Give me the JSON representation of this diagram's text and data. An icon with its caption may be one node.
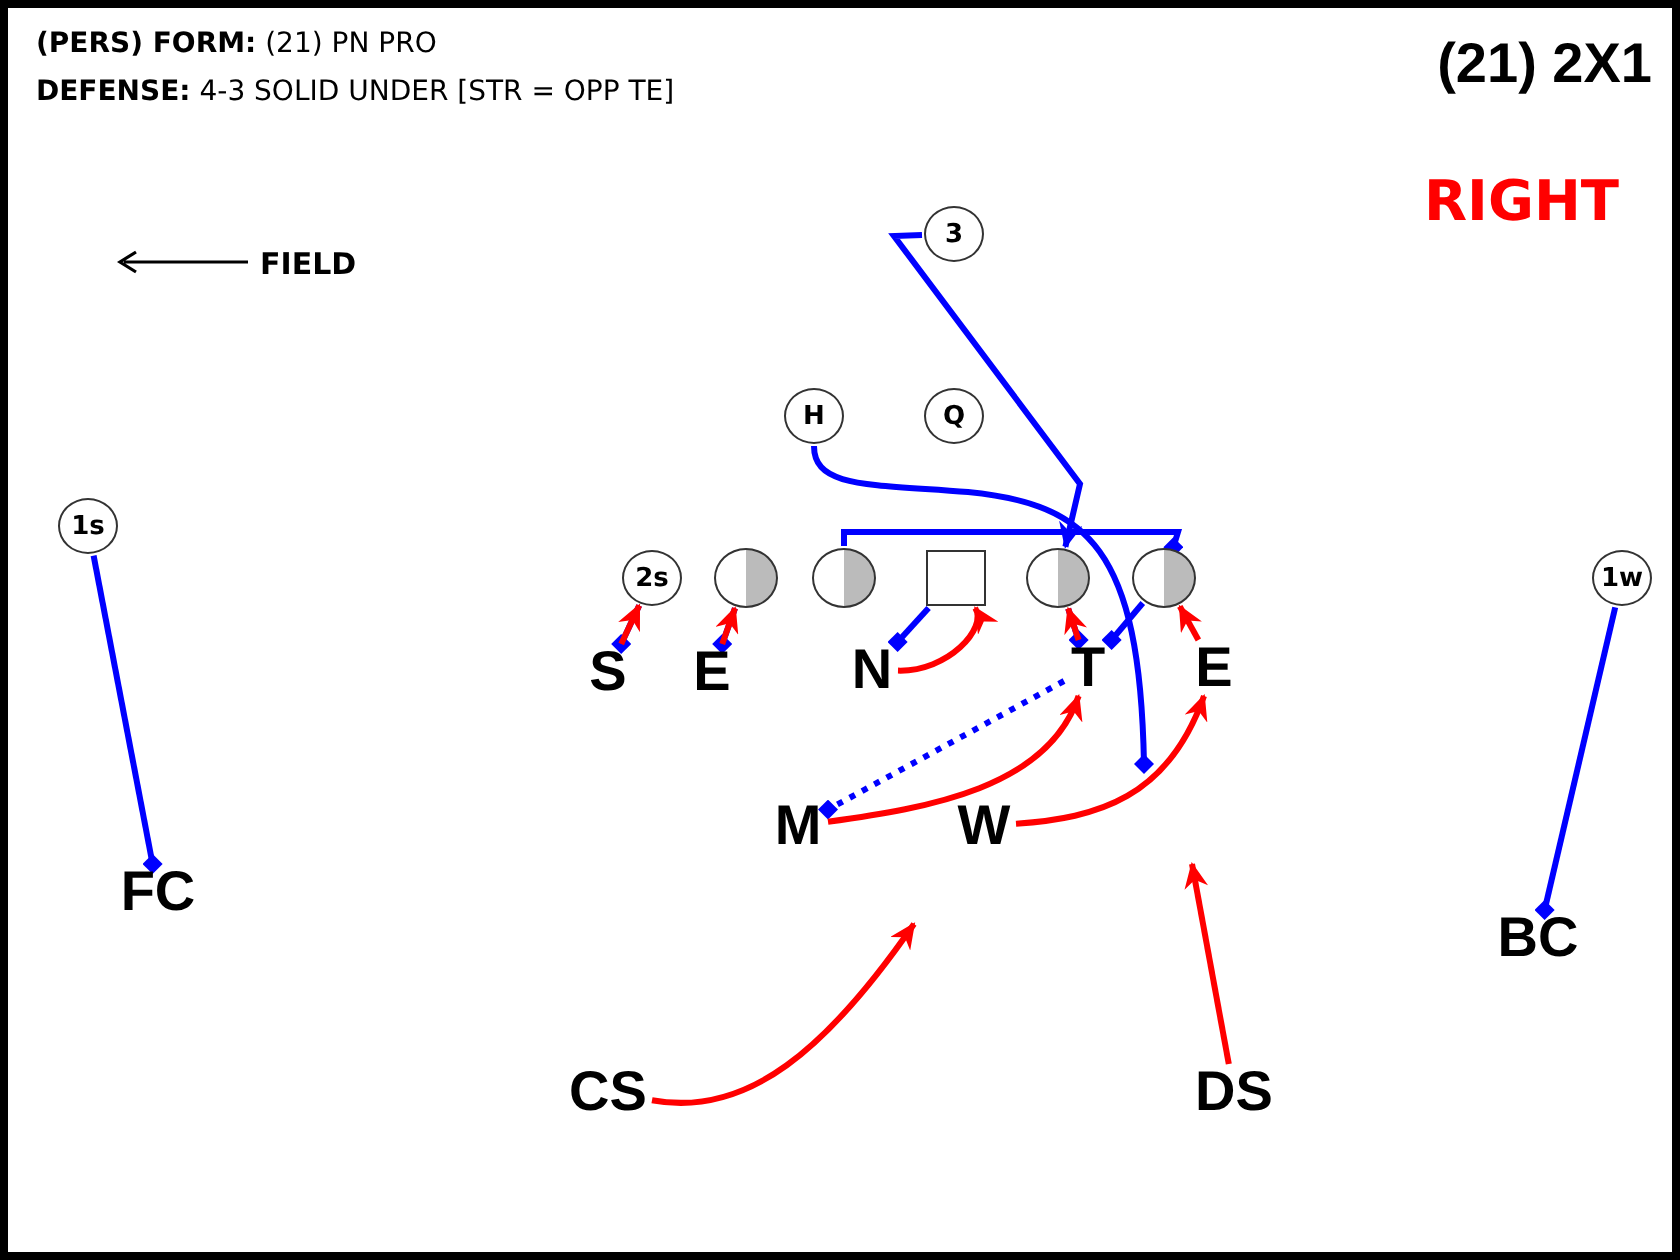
{
  "diagram": {
    "title": "(21) 2X1",
    "nodes": [
      {
        "text": [
          "3"
        ]
      },
      {
        "text": [
          "H"
        ]
      },
      {
        "text": [
          "Q"
        ]
      },
      {
        "text": [
          "1s"
        ]
      },
      {
        "text": [
          "2s"
        ]
      },
      {
        "text": [],
        "shape": "circle"
      },
      {
        "text": [],
        "shape": "circle"
      },
      {
        "text": [],
        "shape": "box"
      },
      {
        "text": [],
        "shape": "circle"
      },
      {
        "text": [],
        "shape": "circle"
      },
      {
        "text": [
          "1w"
        ]
      },
      {
        "text": [
          "S"
        ]
      },
      {
        "text": [
          "E"
        ]
      },
      {
        "text": [
          "N"
        ]
      },
      {
        "text": [
          "T"
        ]
      },
      {
        "text": [
          "E"
        ]
      },
      {
        "text": [
          "M"
        ]
      },
      {
        "text": [
          "W"
        ]
      },
      {
        "text": [
          "FC"
        ]
      },
      {
        "text": [
          "BC"
        ]
      },
      {
        "text": [
          "CS"
        ]
      },
      {
        "text": [
          "DS"
        ]
      }
    ],
    "edges": [
      {
        "from": 0,
        "to": 8,
        "arrow": "to"
      },
      {
        "from": 1,
        "to": null,
        "arrow": "other"
      },
      {
        "from": 3,
        "to": 18,
        "arrow": "other"
      },
      {
        "from": 10,
        "to": 19,
        "arrow": "other"
      },
      {
        "from": 4,
        "to": 11,
        "arrow": "other"
      },
      {
        "from": 5,
        "to": 12,
        "arrow": "other"
      },
      {
        "from": 6,
        "to": 9,
        "arrow": "other"
      },
      {
        "from": 7,
        "to": 13,
        "arrow": "other"
      },
      {
        "from": 8,
        "to": 14,
        "arrow": "other"
      },
      {
        "from": 9,
        "to": 14,
        "arrow": "other"
      },
      {
        "from": 14,
        "to": 16,
        "arrow": "other",
        "style": "dashed"
      },
      {
        "from": 11,
        "to": 4,
        "arrow": "to",
        "color": "#ff0000"
      },
      {
        "from": 12,
        "to": 5,
        "arrow": "to",
        "color": "#ff0000"
      },
      {
        "from": 13,
        "to": 7,
        "arrow": "to",
        "color": "#ff0000"
      },
      {
        "from": 14,
        "to": 8,
        "arrow": "to",
        "color": "#ff0000"
      },
      {
        "from": 15,
        "to": 9,
        "arrow": "to",
        "color": "#ff0000"
      },
      {
        "from": 16,
        "to": 14,
        "arrow": "to",
        "color": "#ff0000"
      },
      {
        "from": 17,
        "to": 15,
        "arrow": "to",
        "color": "#ff0000"
      },
      {
        "from": 20,
        "to": null,
        "arrow": "to",
        "color": "#ff0000"
      },
      {
        "from": 21,
        "to": null,
        "arrow": "to",
        "color": "#ff0000"
      }
    ],
    "labels": [
      "**(PERS) FORM:** (21) PN PRO",
      "**DEFENSE:** 4-3 SOLID UNDER [STR = OPP TE]",
      "RIGHT",
      "FIELD"
    ]
  }
}
